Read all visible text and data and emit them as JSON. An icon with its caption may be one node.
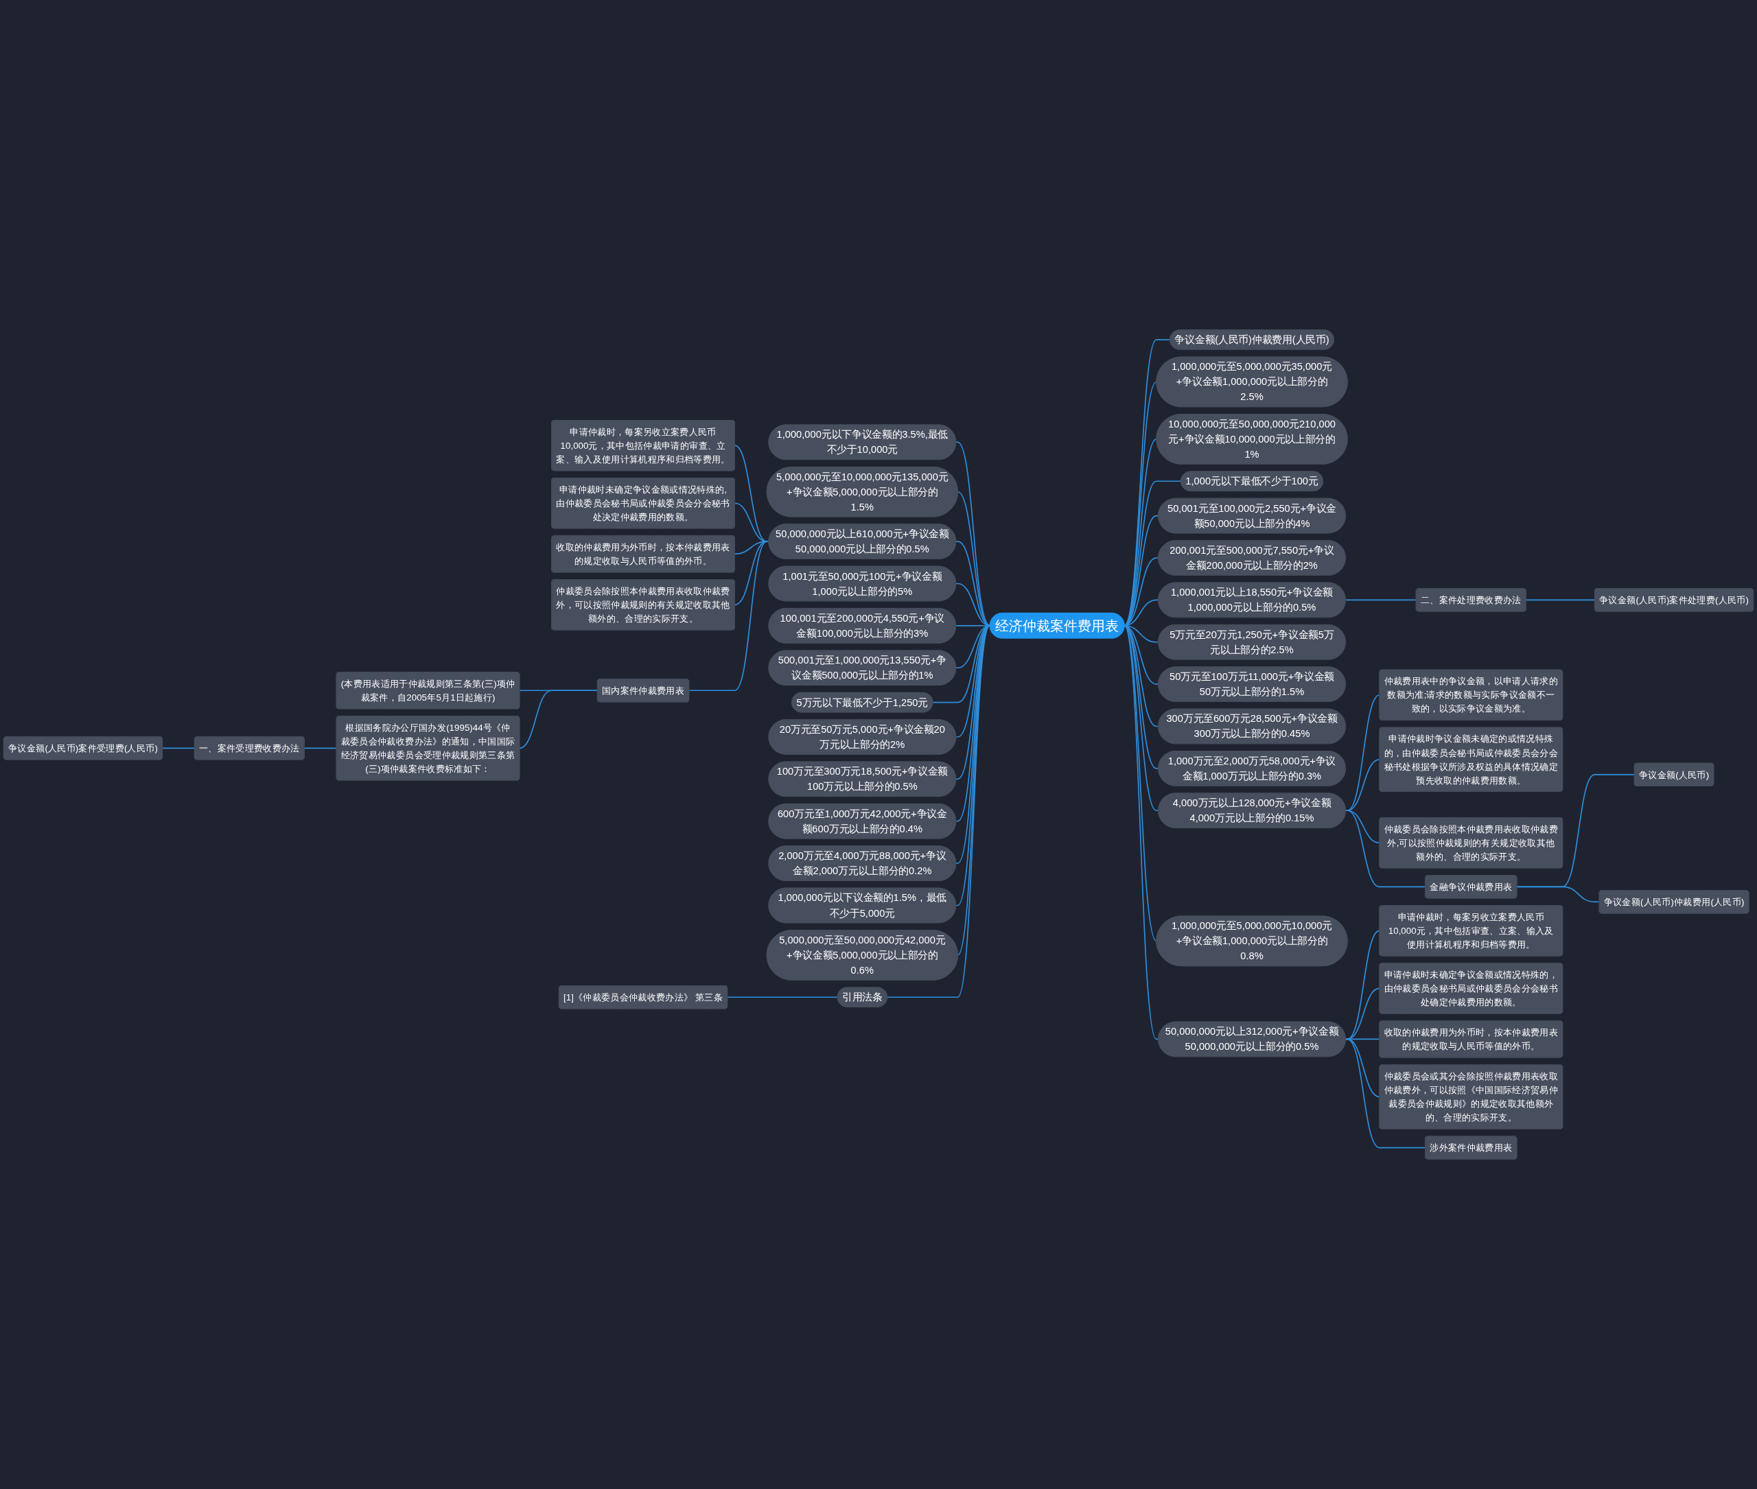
{
  "diagram": {
    "nodes": [
      {
        "text": [
          "经济仲裁案件费用表"
        ]
      },
      {
        "text": [
          "争议金额(人民币)仲裁费用(人民币)"
        ]
      },
      {
        "text": [
          "1,000,000元至5,000,000元35,000元+争议金额1,000,000元以上部分的2.5%"
        ]
      },
      {
        "text": [
          "10,000,000元至50,000,000元210,000元+争议金额10,000,000元以上部分的1%"
        ]
      },
      {
        "text": [
          "1,000元以下最低不少于100元"
        ]
      },
      {
        "text": [
          "50,001元至100,000元2,550元+争议金额50,000元以上部分的4%"
        ]
      },
      {
        "text": [
          "200,001元至500,000元7,550元+争议金额200,000元以上部分的2%"
        ]
      },
      {
        "text": [
          "1,000,001元以上18,550元+争议金额1,000,000元以上部分的0.5%"
        ]
      },
      {
        "text": [
          "二、案件处理费收费办法"
        ]
      },
      {
        "text": [
          "争议金额(人民币)案件处理费(人民币)"
        ]
      },
      {
        "text": [
          "5万元至20万元1,250元+争议金额5万元以上部分的2.5%"
        ]
      },
      {
        "text": [
          "50万元至100万元11,000元+争议金额50万元以上部分的1.5%"
        ]
      },
      {
        "text": [
          "300万元至600万元28,500元+争议金额300万元以上部分的0.45%"
        ]
      },
      {
        "text": [
          "1,000万元至2,000万元58,000元+争议金额1,000万元以上部分的0.3%"
        ]
      },
      {
        "text": [
          "4,000万元以上128,000元+争议金额4,000万元以上部分的0.15%"
        ]
      },
      {
        "text": [
          "仲裁费用表中的争议金额，以申请人请求的数额为准;请求的数额与实际争议金额不一致的，以实际争议金额为准。"
        ]
      },
      {
        "text": [
          "申请仲裁时争议金额未确定的或情况特殊的，由仲裁委员会秘书局或仲裁委员会分会秘书处根据争议所涉及权益的具体情况确定预先收取的仲裁费用数额。"
        ]
      },
      {
        "text": [
          "仲裁委员会除按照本仲裁费用表收取仲裁费外,可以按照仲裁规则的有关规定收取其他额外的、合理的实际开支。"
        ]
      },
      {
        "text": [
          "金融争议仲裁费用表"
        ]
      },
      {
        "text": [
          "争议金额(人民币)"
        ]
      },
      {
        "text": [
          "争议金额(人民币)仲裁费用(人民币)"
        ]
      },
      {
        "text": [
          "1,000,000元至5,000,000元10,000元+争议金额1,000,000元以上部分的0.8%"
        ]
      },
      {
        "text": [
          "50,000,000元以上312,000元+争议金额50,000,000元以上部分的0.5%"
        ]
      },
      {
        "text": [
          "申请仲裁时，每案另收立案费人民币10,000元，其中包括审查、立案、输入及使用计算机程序和归档等费用。"
        ]
      },
      {
        "text": [
          "申请仲裁时未确定争议金额或情况特殊的，由仲裁委员会秘书局或仲裁委员会分会秘书处确定仲裁费用的数额。"
        ]
      },
      {
        "text": [
          "收取的仲裁费用为外币时，按本仲裁费用表的规定收取与人民币等值的外币。"
        ]
      },
      {
        "text": [
          "仲裁委员会或其分会除按照仲裁费用表收取仲裁费外，可以按照《中国国际经济贸易仲裁委员会仲裁规则》的规定收取其他额外的、合理的实际开支。"
        ]
      },
      {
        "text": [
          "涉外案件仲裁费用表"
        ]
      },
      {
        "text": [
          "1,000,000元以下争议金额的3.5%,最低不少于10,000元"
        ]
      },
      {
        "text": [
          "5,000,000元至10,000,000元135,000元+争议金额5,000,000元以上部分的1.5%"
        ]
      },
      {
        "text": [
          "50,000,000元以上610,000元+争议金额50,000,000元以上部分的0.5%"
        ]
      },
      {
        "text": [
          "申请仲裁时，每案另收立案费人民币10,000元，其中包括仲裁申请的审查、立案、输入及使用计算机程序和归档等费用。"
        ]
      },
      {
        "text": [
          "申请仲裁时未确定争议金额或情况特殊的,由仲裁委员会秘书局或仲裁委员会分会秘书处决定仲裁费用的数额。"
        ]
      },
      {
        "text": [
          "收取的仲裁费用为外币时，按本仲裁费用表的规定收取与人民币等值的外币。"
        ]
      },
      {
        "text": [
          "仲裁委员会除按照本仲裁费用表收取仲裁费外，可以按照仲裁规则的有关规定收取其他额外的、合理的实际开支。"
        ]
      },
      {
        "text": [
          "国内案件仲裁费用表"
        ]
      },
      {
        "text": [
          "(本费用表适用于仲裁规则第三条第(三)项仲裁案件，自2005年5月1日起施行)"
        ]
      },
      {
        "text": [
          "根据国务院办公厅国办发(1995)44号《仲裁委员会仲裁收费办法》的通知，中国国际经济贸易仲裁委员会受理仲裁规则第三条第(三)项仲裁案件收费标准如下："
        ]
      },
      {
        "text": [
          "一、案件受理费收费办法"
        ]
      },
      {
        "text": [
          "争议金额(人民币)案件受理费(人民币)"
        ]
      },
      {
        "text": [
          "1,001元至50,000元100元+争议金额1,000元以上部分的5%"
        ]
      },
      {
        "text": [
          "100,001元至200,000元4,550元+争议金额100,000元以上部分的3%"
        ]
      },
      {
        "text": [
          "500,001元至1,000,000元13,550元+争议金额500,000元以上部分的1%"
        ]
      },
      {
        "text": [
          "5万元以下最低不少于1,250元"
        ]
      },
      {
        "text": [
          "20万元至50万元5,000元+争议金额20万元以上部分的2%"
        ]
      },
      {
        "text": [
          "100万元至300万元18,500元+争议金额100万元以上部分的0.5%"
        ]
      },
      {
        "text": [
          "600万元至1,000万元42,000元+争议金额600万元以上部分的0.4%"
        ]
      },
      {
        "text": [
          "2,000万元至4,000万元88,000元+争议金额2,000万元以上部分的0.2%"
        ]
      },
      {
        "text": [
          "1,000,000元以下议金额的1.5%，最低不少于5,000元"
        ]
      },
      {
        "text": [
          "5,000,000元至50,000,000元42,000元+争议金额5,000,000元以上部分的0.6%"
        ]
      },
      {
        "text": [
          "引用法条"
        ]
      },
      {
        "text": [
          "[1]《仲裁委员会仲裁收费办法》 第三条"
        ]
      }
    ],
    "edges": [
      {
        "from": 0,
        "to": 1,
        "arrow": "none"
      },
      {
        "from": 0,
        "to": 2,
        "arrow": "none"
      },
      {
        "from": 0,
        "to": 3,
        "arrow": "none"
      },
      {
        "from": 0,
        "to": 4,
        "arrow": "none"
      },
      {
        "from": 0,
        "to": 5,
        "arrow": "none"
      },
      {
        "from": 0,
        "to": 6,
        "arrow": "none"
      },
      {
        "from": 0,
        "to": 7,
        "arrow": "none"
      },
      {
        "from": 7,
        "to": 8,
        "arrow": "none"
      },
      {
        "from": 8,
        "to": 9,
        "arrow": "none"
      },
      {
        "from": 0,
        "to": 10,
        "arrow": "none"
      },
      {
        "from": 0,
        "to": 11,
        "arrow": "none"
      },
      {
        "from": 0,
        "to": 12,
        "arrow": "none"
      },
      {
        "from": 0,
        "to": 13,
        "arrow": "none"
      },
      {
        "from": 0,
        "to": 14,
        "arrow": "none"
      },
      {
        "from": 14,
        "to": 15,
        "arrow": "none"
      },
      {
        "from": 14,
        "to": 16,
        "arrow": "none"
      },
      {
        "from": 14,
        "to": 17,
        "arrow": "none"
      },
      {
        "from": 14,
        "to": 18,
        "arrow": "none"
      },
      {
        "from": 18,
        "to": 19,
        "arrow": "none"
      },
      {
        "from": 18,
        "to": 20,
        "arrow": "none"
      },
      {
        "from": 0,
        "to": 21,
        "arrow": "none"
      },
      {
        "from": 0,
        "to": 22,
        "arrow": "none"
      },
      {
        "from": 22,
        "to": 23,
        "arrow": "none"
      },
      {
        "from": 22,
        "to": 24,
        "arrow": "none"
      },
      {
        "from": 22,
        "to": 25,
        "arrow": "none"
      },
      {
        "from": 22,
        "to": 26,
        "arrow": "none"
      },
      {
        "from": 22,
        "to": 27,
        "arrow": "none"
      },
      {
        "from": 0,
        "to": 28,
        "arrow": "none"
      },
      {
        "from": 0,
        "to": 29,
        "arrow": "none"
      },
      {
        "from": 0,
        "to": 30,
        "arrow": "none"
      },
      {
        "from": 30,
        "to": 31,
        "arrow": "none"
      },
      {
        "from": 30,
        "to": 32,
        "arrow": "none"
      },
      {
        "from": 30,
        "to": 33,
        "arrow": "none"
      },
      {
        "from": 30,
        "to": 34,
        "arrow": "none"
      },
      {
        "from": 30,
        "to": 35,
        "arrow": "none"
      },
      {
        "from": 35,
        "to": 36,
        "arrow": "none"
      },
      {
        "from": 35,
        "to": 37,
        "arrow": "none"
      },
      {
        "from": 37,
        "to": 38,
        "arrow": "none"
      },
      {
        "from": 38,
        "to": 39,
        "arrow": "none"
      },
      {
        "from": 0,
        "to": 40,
        "arrow": "none"
      },
      {
        "from": 0,
        "to": 41,
        "arrow": "none"
      },
      {
        "from": 0,
        "to": 42,
        "arrow": "none"
      },
      {
        "from": 0,
        "to": 43,
        "arrow": "none"
      },
      {
        "from": 0,
        "to": 44,
        "arrow": "none"
      },
      {
        "from": 0,
        "to": 45,
        "arrow": "none"
      },
      {
        "from": 0,
        "to": 46,
        "arrow": "none"
      },
      {
        "from": 0,
        "to": 47,
        "arrow": "none"
      },
      {
        "from": 0,
        "to": 48,
        "arrow": "none"
      },
      {
        "from": 0,
        "to": 49,
        "arrow": "none"
      },
      {
        "from": 0,
        "to": 50,
        "arrow": "none"
      },
      {
        "from": 50,
        "to": 51,
        "arrow": "none"
      }
    ]
  }
}
